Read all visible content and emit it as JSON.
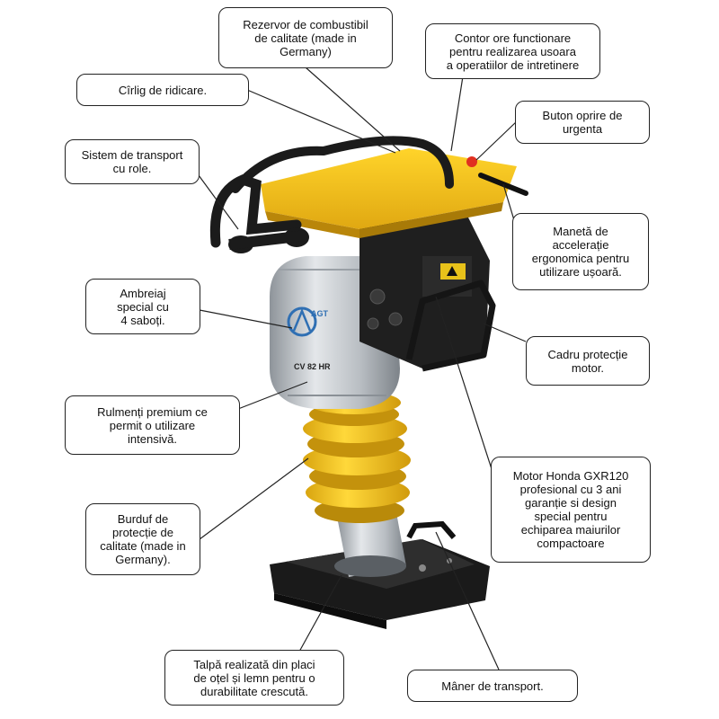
{
  "product": {
    "brand_logo_text": "AGT",
    "model_text": "CV 82 HR"
  },
  "callouts": {
    "fuel_tank": "Rezervor de combustibil\nde calitate (made in\nGermany)",
    "hour_meter": "Contor ore functionare\npentru realizarea usoara\na operatiilor de intretinere",
    "lifting_hook": "Cîrlig de ridicare.",
    "emergency_button": "Buton oprire de\nurgenta",
    "transport_rollers": "Sistem de transport\ncu role.",
    "throttle_lever": "Manetă de\naccelerație\nergonomica pentru\nutilizare ușoară.",
    "clutch": "Ambreiaj\nspecial cu\n4 saboți.",
    "engine_frame": "Cadru protecție\nmotor.",
    "bearings": "Rulmenți premium ce\npermit o utilizare\nintensivă.",
    "honda_engine": "Motor Honda GXR120\nprofesional cu 3 ani\ngaranție si design\nspecial pentru\nechiparea maiurilor\ncompactoare",
    "bellows": "Burduf de\nprotecție de\ncalitate (made in\nGermany).",
    "base_plate": "Talpă realizată din placi\nde oțel și lemn pentru o\ndurabilitate crescută.",
    "transport_handle": "Mâner de transport."
  },
  "colors": {
    "yellow": "#f4c21a",
    "dark": "#1c1c1c",
    "silver": "#c8ccd0",
    "blue_logo": "#2f6fb3",
    "emergency_red": "#e03020"
  }
}
